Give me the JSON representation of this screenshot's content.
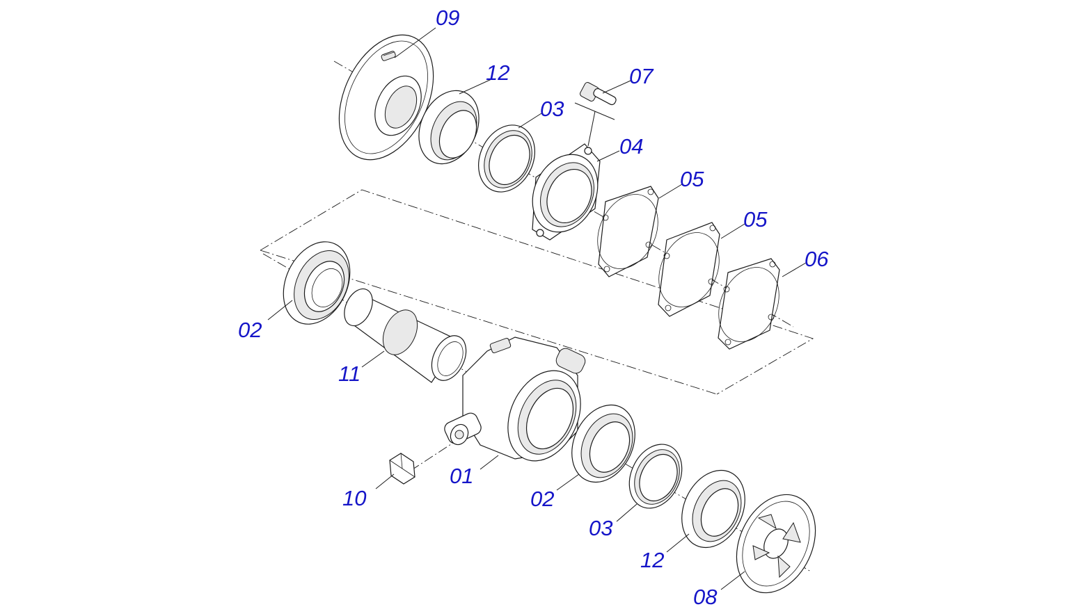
{
  "diagram": {
    "colors": {
      "callout": "#1515c8",
      "line": "#1a1a1a",
      "background": "#ffffff"
    },
    "callouts": {
      "c09": "09",
      "c12_top": "12",
      "c07": "07",
      "c03_top": "03",
      "c04": "04",
      "c05_a": "05",
      "c05_b": "05",
      "c06": "06",
      "c02_left": "02",
      "c11": "11",
      "c01": "01",
      "c10": "10",
      "c02_bottom": "02",
      "c03_bottom": "03",
      "c12_bottom": "12",
      "c08": "08"
    }
  }
}
